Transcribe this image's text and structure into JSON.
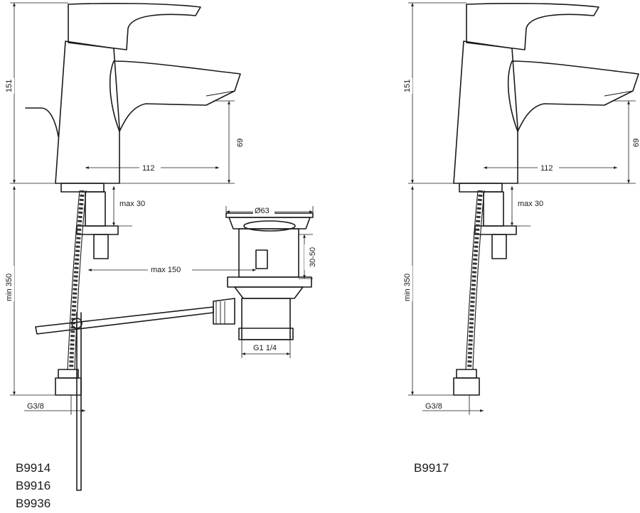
{
  "left_view": {
    "dims": {
      "height_total": "151",
      "outlet_height": "69",
      "projection": "112",
      "max_tap_hole": "max 30",
      "min_hose": "min 350",
      "max_waste_dist": "max 150",
      "waste_diam": "Ø63",
      "waste_height": "30-50",
      "waste_thread": "G1 1/4",
      "connection": "G3/8"
    },
    "models": [
      "B9914",
      "B9916",
      "B9936"
    ]
  },
  "right_view": {
    "dims": {
      "height_total": "151",
      "outlet_height": "69",
      "projection": "112",
      "max_tap_hole": "max 30",
      "min_hose": "min 350",
      "connection": "G3/8"
    },
    "models": [
      "B9917"
    ]
  }
}
